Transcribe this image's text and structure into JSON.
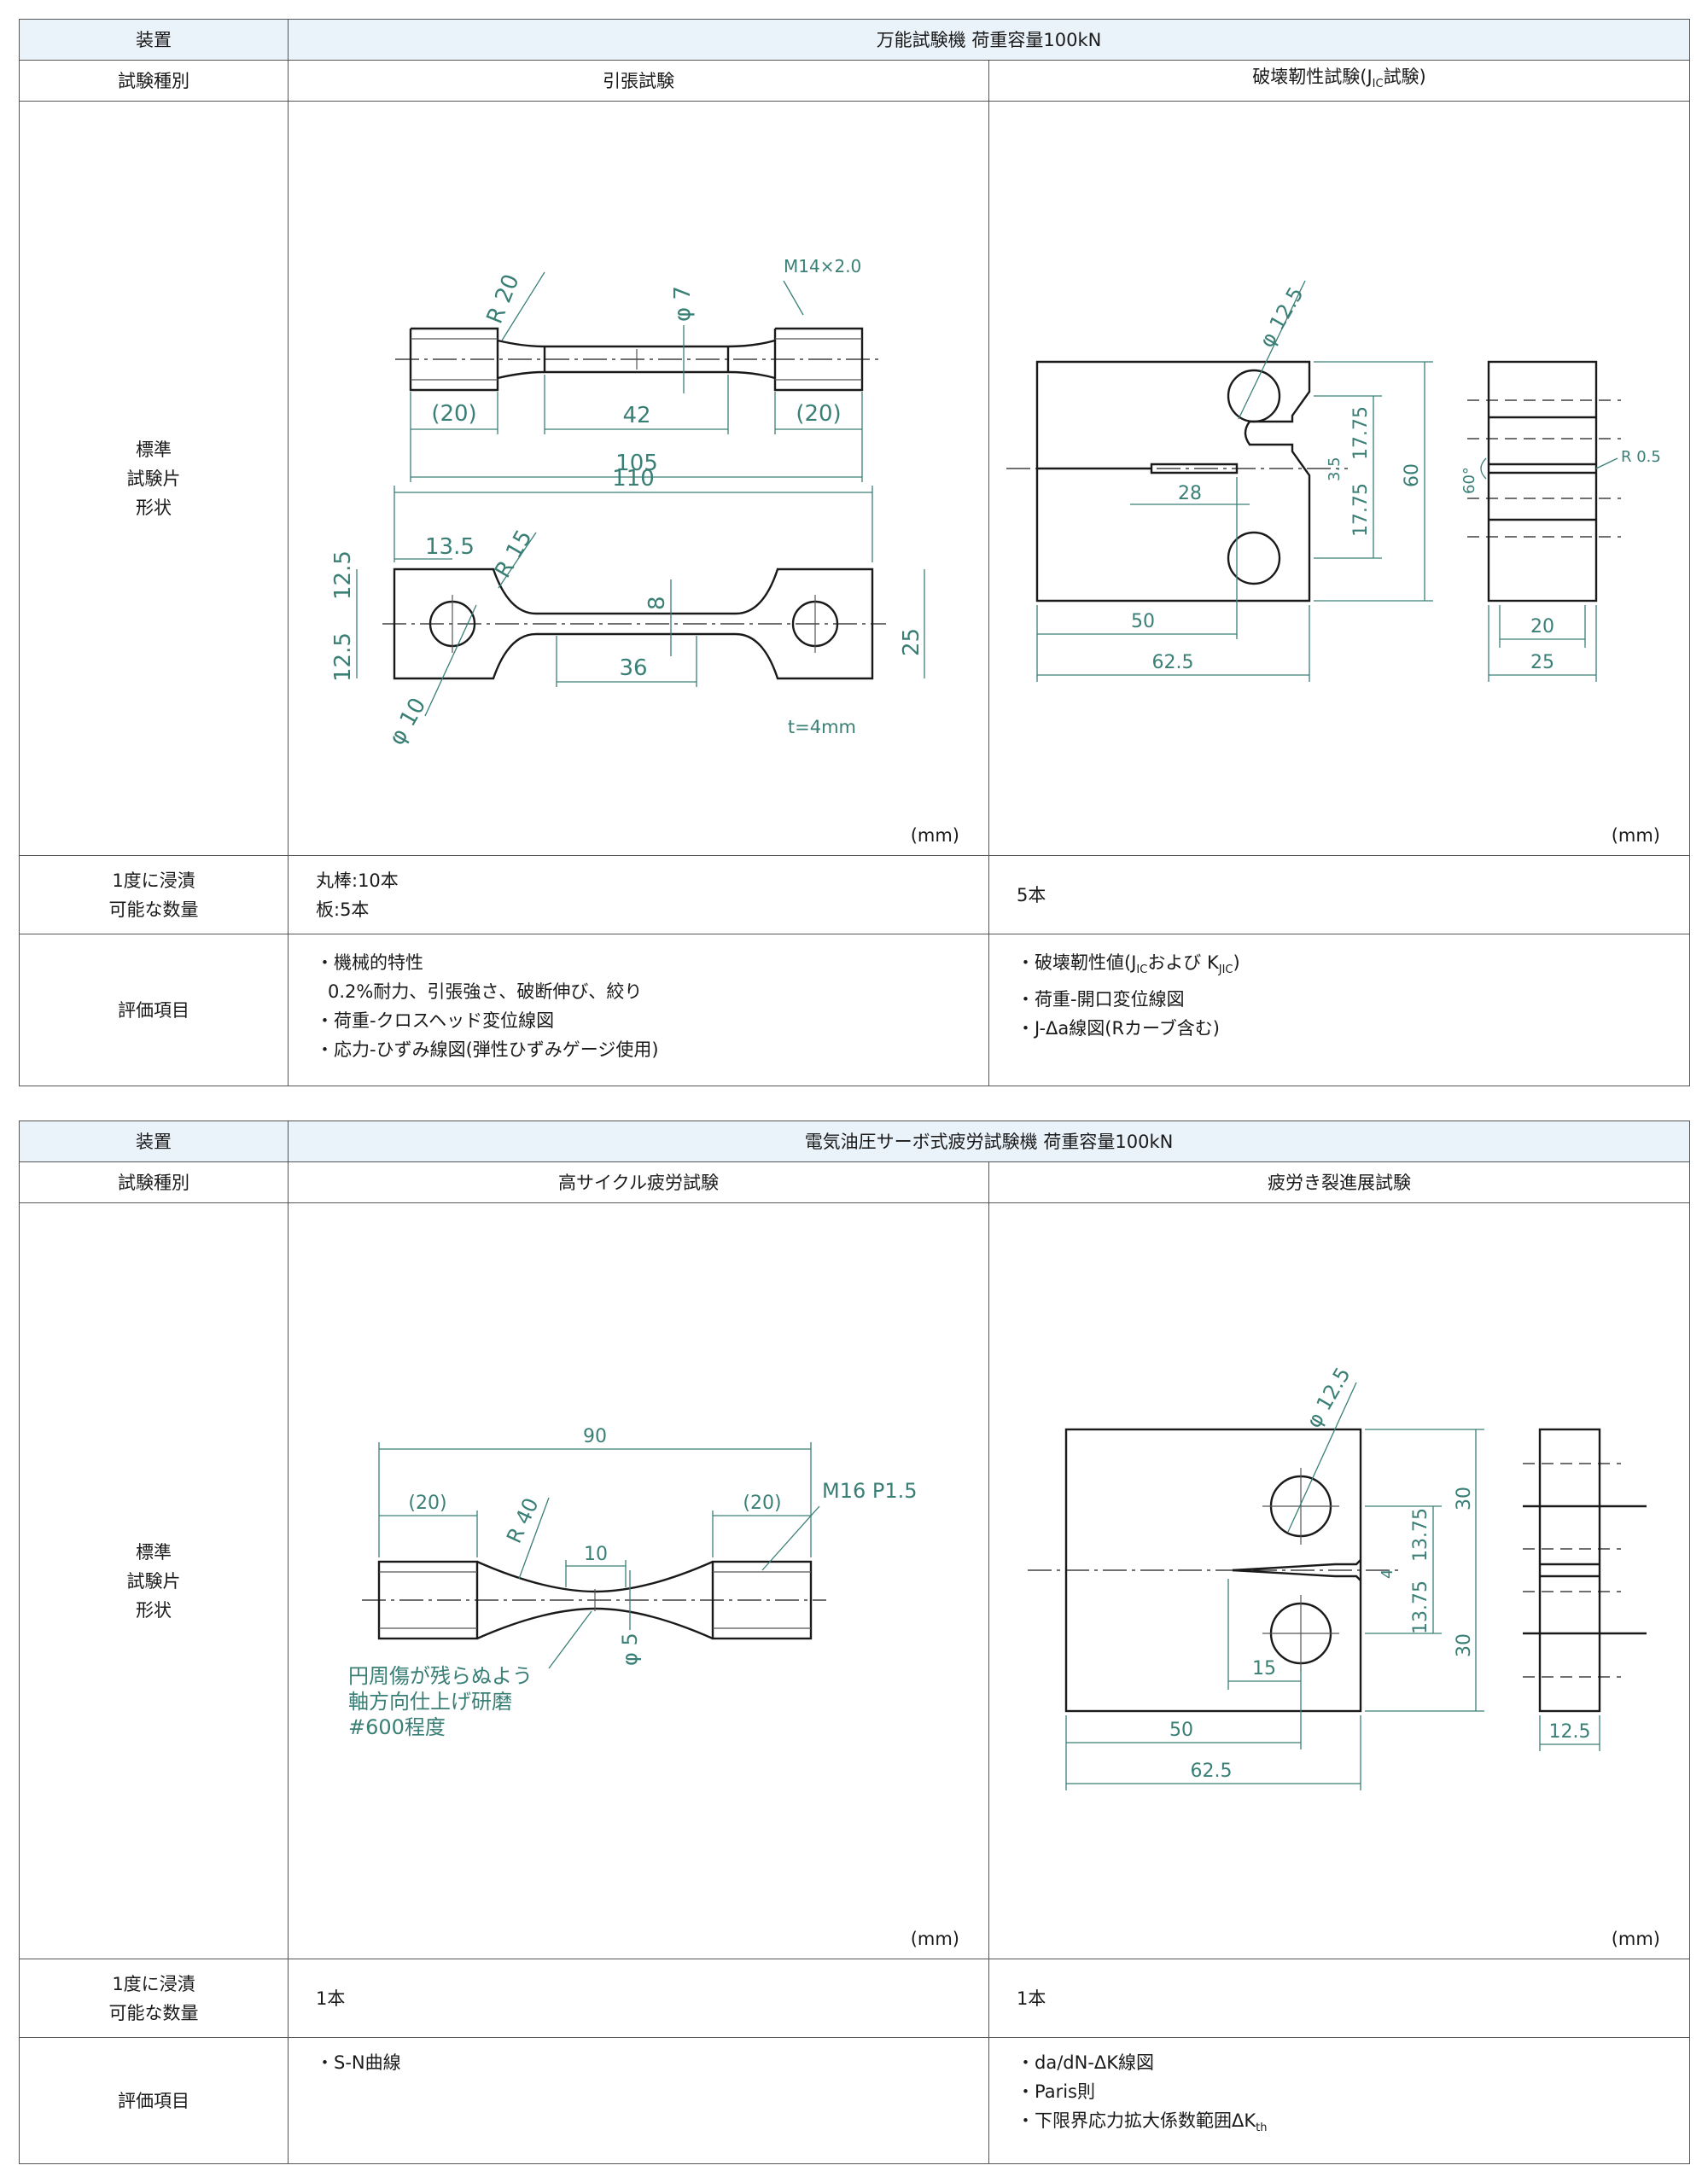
{
  "row_labels": {
    "device": "装置",
    "test_type": "試験種別",
    "shape": [
      "標準",
      "試験片",
      "形状"
    ],
    "count": [
      "1度に浸漬",
      "可能な数量"
    ],
    "eval": "評価項目"
  },
  "unit_label": "(mm)",
  "table1": {
    "device": "万能試験機 荷重容量100kN",
    "col1": {
      "test_type": "引張試験",
      "count": [
        "丸棒:10本",
        "板:5本"
      ],
      "eval": [
        "・機械的特性",
        "0.2%耐力、引張強さ、破断伸び、絞り",
        "・荷重-クロスヘッド変位線図",
        "・応力-ひずみ線図(弾性ひずみゲージ使用)"
      ],
      "drawing": {
        "rod": {
          "r": "R 20",
          "dia": "φ 7",
          "thread": "M14×2.0",
          "left": "(20)",
          "mid": "42",
          "right": "(20)",
          "total": "105"
        },
        "plate": {
          "total": "110",
          "a": "13.5",
          "r": "R 15",
          "neck": "8",
          "h1": "12.5",
          "h2": "12.5",
          "width": "25",
          "len": "36",
          "hole": "φ 10",
          "thick": "t=4mm"
        }
      }
    },
    "col2": {
      "test_type_main": "破壊靭性試験(J",
      "test_type_sub": "IC",
      "test_type_end": "試験)",
      "count": "5本",
      "eval": {
        "l1_main": "・破壊靭性値(J",
        "l1_sub1": "IC",
        "l1_mid": "および K",
        "l1_sub2": "JIC",
        "l1_end": ")",
        "l2": "・荷重-開口変位線図",
        "l3": "・J-Δa線図(Rカーブ含む)"
      },
      "drawing": {
        "hole": "φ 12.5",
        "a": "17.75",
        "b": "3.5",
        "c": "17.75",
        "h": "60",
        "crack": "28",
        "w1": "50",
        "w2": "62.5",
        "angle": "60°",
        "r": "R 0.5",
        "t1": "20",
        "t2": "25"
      }
    }
  },
  "table2": {
    "device": "電気油圧サーボ式疲労試験機 荷重容量100kN",
    "col1": {
      "test_type": "高サイクル疲労試験",
      "count": "1本",
      "eval": [
        "・S-N曲線"
      ],
      "drawing": {
        "total": "90",
        "left": "(20)",
        "right": "(20)",
        "r": "R 40",
        "thread": "M16 P1.5",
        "mid": "10",
        "dia": "φ 5",
        "note": [
          "円周傷が残らぬよう",
          "軸方向仕上げ研磨",
          "#600程度"
        ]
      }
    },
    "col2": {
      "test_type": "疲労き裂進展試験",
      "count": "1本",
      "eval": {
        "l1": "・da/dN-ΔK線図",
        "l2": "・Paris則",
        "l3_main": "・下限界応力拡大係数範囲ΔK",
        "l3_sub": "th"
      },
      "drawing": {
        "hole": "φ 12.5",
        "h1": "30",
        "a": "13.75",
        "b": "4",
        "c": "13.75",
        "h2": "30",
        "crack": "15",
        "w1": "50",
        "w2": "62.5",
        "t": "12.5"
      }
    }
  }
}
